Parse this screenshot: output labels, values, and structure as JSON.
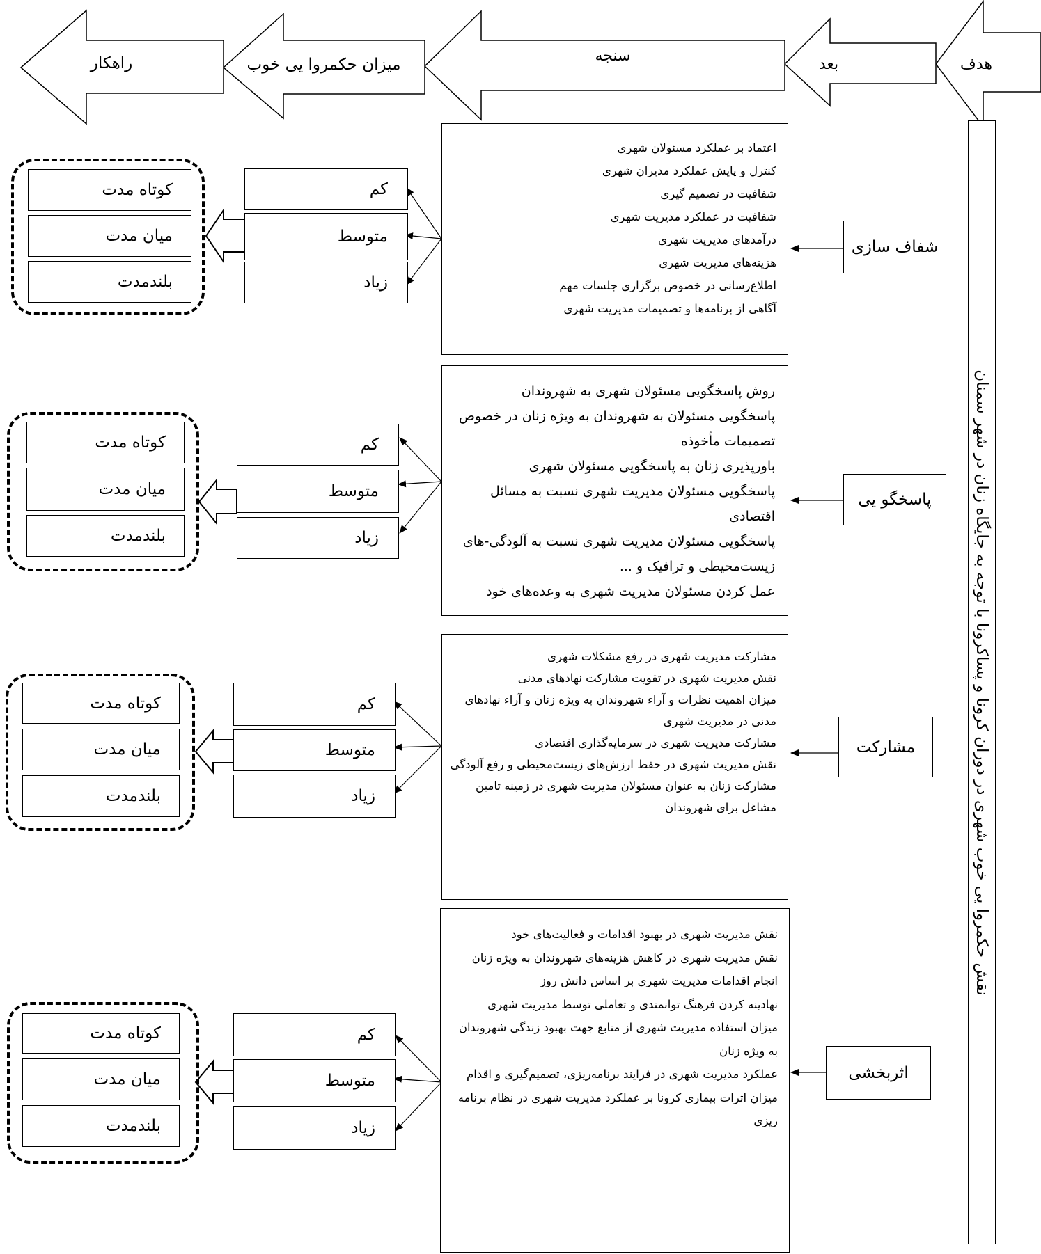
{
  "header": {
    "strategy": "راهکار",
    "good_governance_level": "میزان حکمروا یی خوب",
    "indicator": "سنجه",
    "dimension": "بعد",
    "goal": "هدف"
  },
  "goal_text": "نقش حکمروا یی خوب شهری در دوران کرونا و پساکرونا با توجه به جایگاه زنان در شهر سمنان",
  "levels": [
    "کم",
    "متوسط",
    "زیاد"
  ],
  "strategies": [
    "کوتاه مدت",
    "میان مدت",
    "بلندمدت"
  ],
  "dimensions": [
    {
      "name": "شفاف سازی",
      "indicators": [
        "اعتماد بر عملکرد مسئولان شهری",
        "کنترل و پایش عملکرد مدیران شهری",
        "شفافیت در تصمیم گیری",
        "شفافیت در عملکرد مدیریت شهری",
        "درآمدهای مدیریت شهری",
        "هزینه‌های مدیریت شهری",
        "اطلاع‌رسانی در خصوص برگزاری جلسات مهم",
        "آگاهی از برنامه‌ها و تصمیمات مدیریت شهری"
      ]
    },
    {
      "name": "پاسخگو یی",
      "indicators": [
        "روش پاسخگویی مسئولان شهری به شهروندان",
        "پاسخگویی مسئولان به شهروندان به ویژه زنان در خصوص تصمیمات مأخوذه",
        "باورپذیری زنان به پاسخگویی مسئولان شهری",
        "پاسخگویی مسئولان مدیریت شهری نسبت به مسائل اقتصادی",
        "پاسخگویی مسئولان مدیریت شهری نسبت به آلودگی-های زیست‌محیطی و ترافیک و ...",
        "عمل کردن مسئولان مدیریت شهری به وعده‌های خود"
      ]
    },
    {
      "name": "مشارکت",
      "indicators": [
        "مشارکت مدیریت شهری در رفع مشکلات شهری",
        "نقش مدیریت شهری در تقویت مشارکت نهادهای مدنی",
        "میزان اهمیت نظرات و آراء شهروندان به ویژه زنان و آراء نهادهای مدنی در مدیریت شهری",
        "مشارکت مدیریت شهری در سرمایه‌گذاری اقتصادی",
        "نقش مدیریت شهری در حفظ ارزش‌های زیست‌محیطی و رفع آلودگی",
        "مشارکت زنان به عنوان مسئولان مدیریت شهری در زمینه تامین مشاغل برای شهروندان"
      ]
    },
    {
      "name": "اثربخشی",
      "indicators": [
        "نقش مدیریت شهری در بهبود اقدامات و فعالیت‌های خود",
        "نقش مدیریت شهری در کاهش هزینه‌های شهروندان به ویژه زنان",
        "انجام اقدامات مدیریت شهری بر اساس دانش روز",
        "نهادینه کردن فرهنگ توانمندی و تعاملی توسط مدیریت شهری",
        "میزان استفاده مدیریت شهری از منابع جهت بهبود زندگی شهروندان به ویژه زنان",
        "عملکرد مدیریت شهری در فرایند برنامه‌ریزی، تصمیم‌گیری و اقدام",
        "میزان اثرات بیماری کرونا بر عملکرد مدیریت شهری در نظام برنامه ریزی"
      ]
    }
  ]
}
